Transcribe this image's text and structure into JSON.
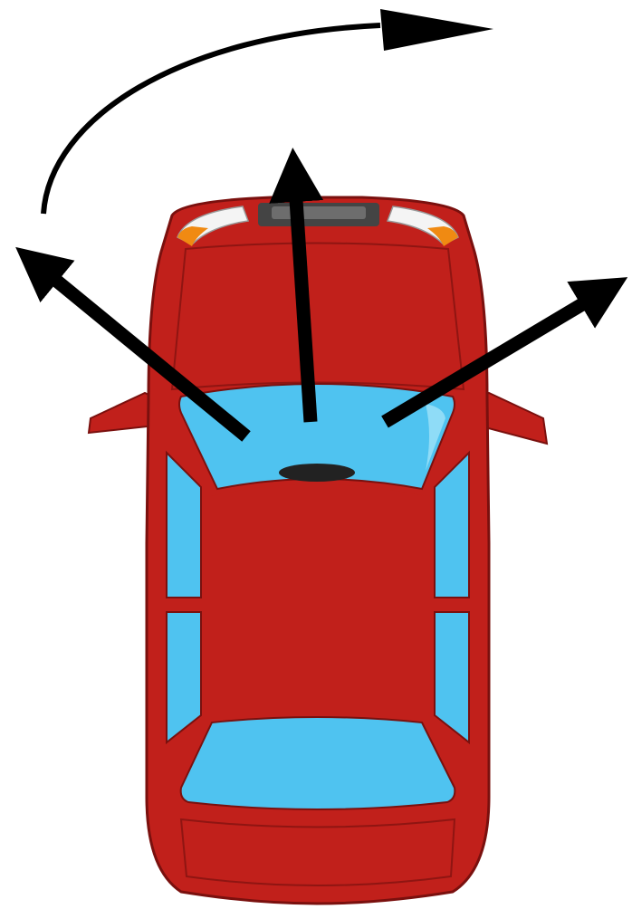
{
  "figure": {
    "subject": "car-top-view",
    "colors": {
      "body": "#c1201b",
      "body_dark": "#8f1512",
      "outline": "#7a100e",
      "glass": "#4fc3f0",
      "glass_highlight": "#8fdcf7",
      "headlight": "#f4f4f4",
      "indicator": "#f08a12",
      "grille": "#444444",
      "arrow": "#000000"
    },
    "arrows": [
      {
        "name": "arrow-left-forward",
        "direction": "forward-left"
      },
      {
        "name": "arrow-straight-forward",
        "direction": "forward"
      },
      {
        "name": "arrow-right-forward",
        "direction": "forward-right"
      },
      {
        "name": "arrow-rotate",
        "direction": "clockwise-turn"
      }
    ]
  }
}
